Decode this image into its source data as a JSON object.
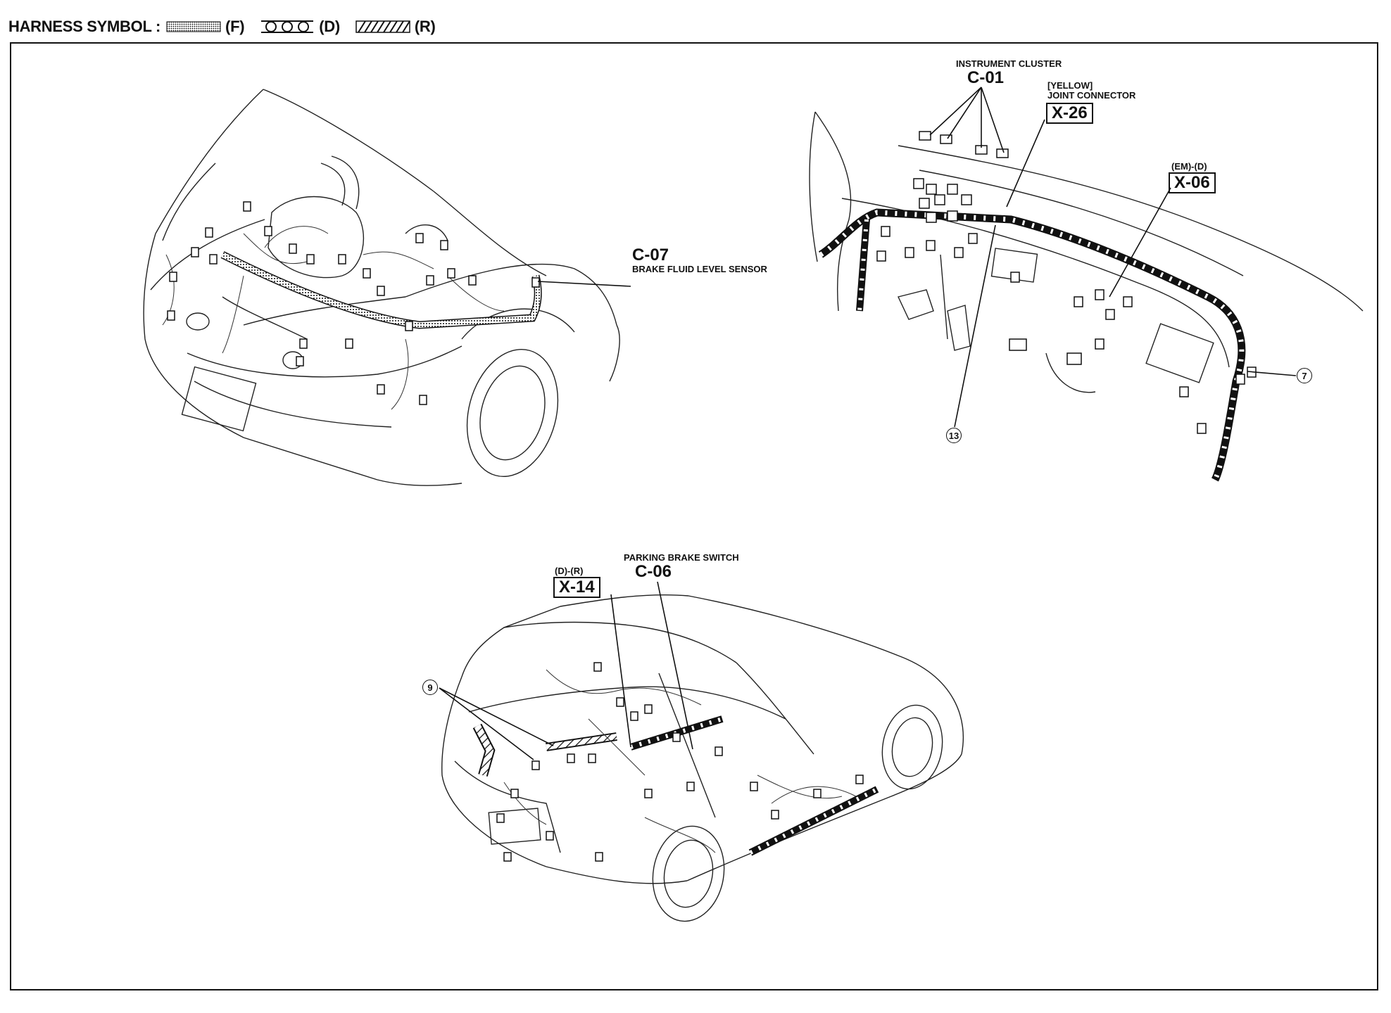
{
  "legend": {
    "prefix": "HARNESS SYMBOL :",
    "f_code": "(F)",
    "d_code": "(D)",
    "r_code": "(R)"
  },
  "front_engine_view": {
    "c07_code": "C-07",
    "c07_name": "BRAKE FLUID LEVEL SENSOR"
  },
  "dashboard_view": {
    "c01_name": "INSTRUMENT CLUSTER",
    "c01_code": "C-01",
    "x26_color": "[YELLOW]",
    "x26_name": "JOINT CONNECTOR",
    "x26_code": "X-26",
    "x06_harness": "(EM)-(D)",
    "x06_code": "X-06",
    "callout_7": "7",
    "callout_13": "13"
  },
  "rear_body_view": {
    "x14_harness": "(D)-(R)",
    "x14_code": "X-14",
    "c06_name": "PARKING BRAKE SWITCH",
    "c06_code": "C-06",
    "callout_9": "9"
  }
}
